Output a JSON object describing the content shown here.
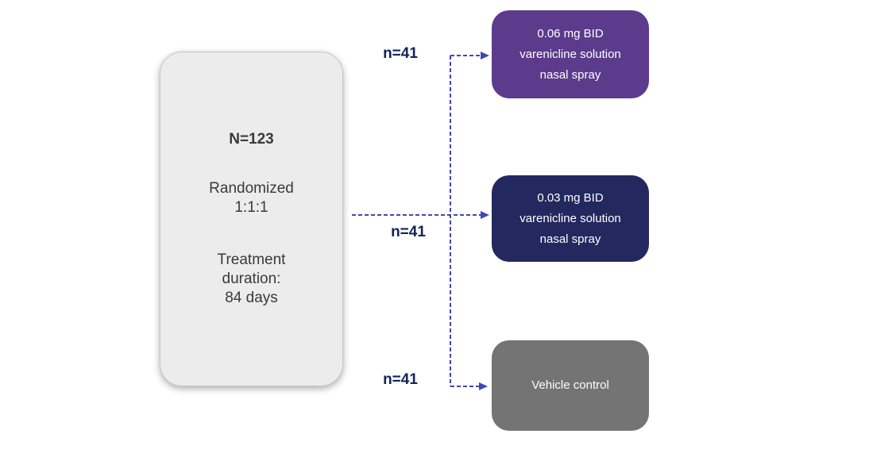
{
  "diagram": {
    "type": "randomization-flow",
    "source_box": {
      "n_total": "N=123",
      "randomized_label": "Randomized",
      "ratio": "1:1:1",
      "treatment_line1": "Treatment",
      "treatment_line2": "duration:",
      "duration": "84 days"
    },
    "branches": [
      {
        "n_label": "n=41",
        "lines": [
          "0.06 mg BID",
          "varenicline solution",
          "nasal spray"
        ]
      },
      {
        "n_label": "n=41",
        "lines": [
          "0.03 mg BID",
          "varenicline solution",
          "nasal spray"
        ]
      },
      {
        "n_label": "n=41",
        "lines": [
          "Vehicle control"
        ]
      }
    ]
  },
  "colors": {
    "source_box_bg": "#ececec",
    "source_box_border": "#c6c6c6",
    "source_text": "#3a3a3a",
    "arm1_bg": "#5c3b8c",
    "arm2_bg": "#23295e",
    "arm3_bg": "#747474",
    "arm_text": "#ffffff",
    "arrow": "#4247b5",
    "n_label": "#132457"
  }
}
